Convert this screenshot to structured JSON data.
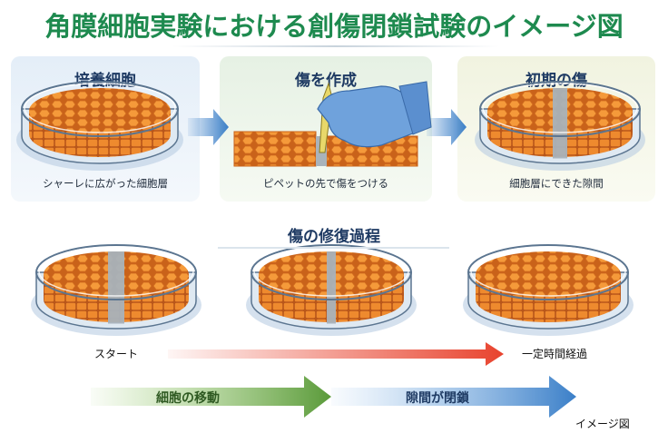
{
  "title": "角膜細胞実験における創傷閉鎖試験のイメージ図",
  "steps": [
    {
      "heading": "培養細胞",
      "caption": "シャーレに広がった細胞層"
    },
    {
      "heading": "傷を作成",
      "caption": "ピペットの先で傷をつける"
    },
    {
      "heading": "初期の傷",
      "caption": "細胞層にできた隙間"
    }
  ],
  "repair": {
    "heading": "傷の修復過程",
    "start_label": "スタート",
    "end_label": "一定時間経過",
    "migration_label": "細胞の移動",
    "closure_label": "隙間が閉鎖"
  },
  "footnote": "イメージ図",
  "colors": {
    "title": "#1e8a4f",
    "heading": "#1e3a63",
    "cells": "#f08a2c",
    "time_arrow": "#e8432e",
    "green_arrow": "#5a9a3a",
    "blue_arrow": "#3b7fc8"
  }
}
